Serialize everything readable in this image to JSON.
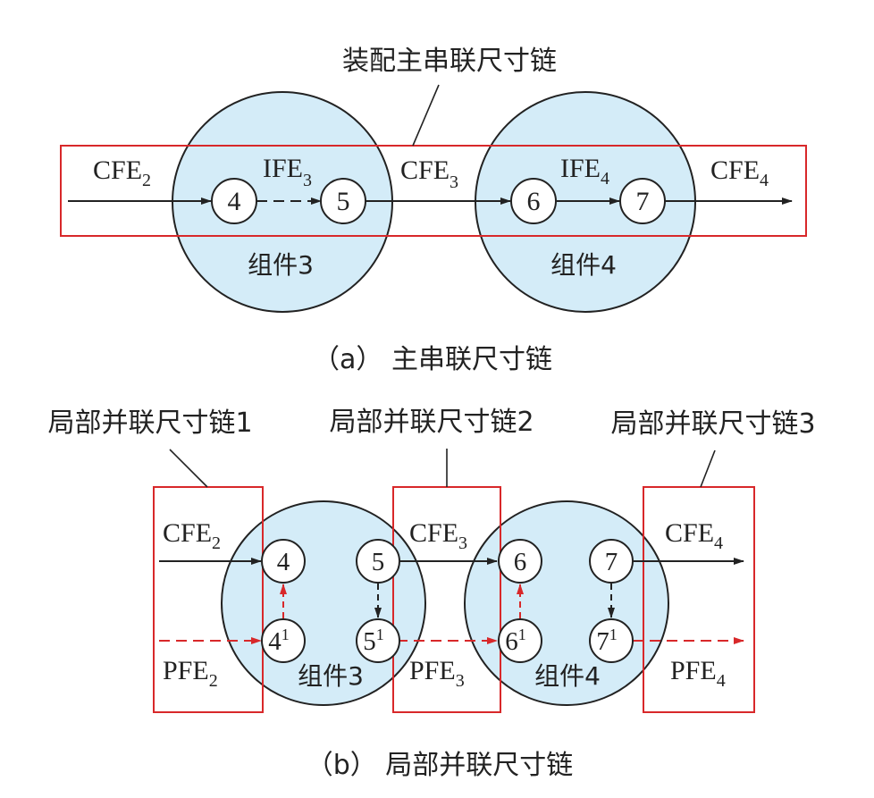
{
  "colors": {
    "component_fill": "#d4ecf8",
    "component_stroke": "#222222",
    "box_stroke": "#d8282a",
    "arrow_black": "#222222",
    "arrow_red": "#d8282a"
  },
  "part_a": {
    "callout": "装配主串联尺寸链",
    "caption": "（a） 主串联尺寸链",
    "component_3": "组件3",
    "component_4": "组件4",
    "nodes": {
      "n4": "4",
      "n5": "5",
      "n6": "6",
      "n7": "7"
    },
    "features": {
      "cfe2": {
        "base": "CFE",
        "sub": "2"
      },
      "ife3": {
        "base": "IFE",
        "sub": "3"
      },
      "cfe3": {
        "base": "CFE",
        "sub": "3"
      },
      "ife4": {
        "base": "IFE",
        "sub": "4"
      },
      "cfe4": {
        "base": "CFE",
        "sub": "4"
      }
    }
  },
  "part_b": {
    "callout_1": "局部并联尺寸链1",
    "callout_2": "局部并联尺寸链2",
    "callout_3": "局部并联尺寸链3",
    "caption": "（b） 局部并联尺寸链",
    "component_3": "组件3",
    "component_4": "组件4",
    "nodes": {
      "n4": "4",
      "n5": "5",
      "n6": "6",
      "n7": "7",
      "n4p": {
        "base": "4",
        "sup": "1"
      },
      "n5p": {
        "base": "5",
        "sup": "1"
      },
      "n6p": {
        "base": "6",
        "sup": "1"
      },
      "n7p": {
        "base": "7",
        "sup": "1"
      }
    },
    "features": {
      "cfe2": {
        "base": "CFE",
        "sub": "2"
      },
      "cfe3": {
        "base": "CFE",
        "sub": "3"
      },
      "cfe4": {
        "base": "CFE",
        "sub": "4"
      },
      "pfe2": {
        "base": "PFE",
        "sub": "2"
      },
      "pfe3": {
        "base": "PFE",
        "sub": "3"
      },
      "pfe4": {
        "base": "PFE",
        "sub": "4"
      }
    }
  }
}
